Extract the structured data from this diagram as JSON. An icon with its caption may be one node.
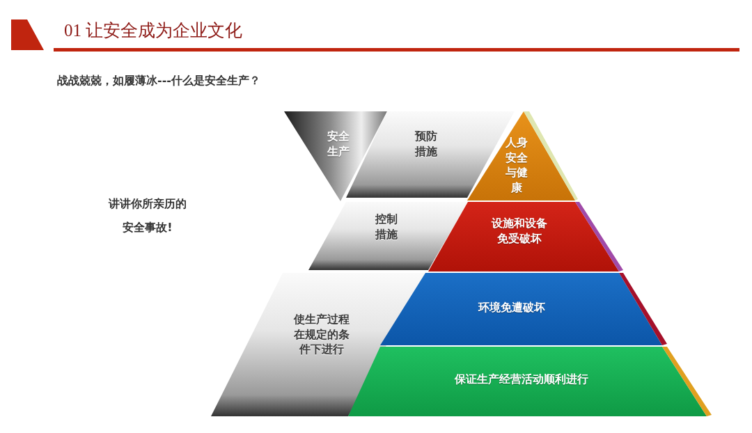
{
  "diagram": {
    "title": "01  让安全成为企业文化",
    "nodes": [
      {
        "text": [
          "安全生产"
        ]
      },
      {
        "text": [
          "预防措施"
        ]
      },
      {
        "text": [
          "人身安全与健康"
        ]
      },
      {
        "text": [
          "控制措施"
        ]
      },
      {
        "text": [
          "设施和设备免受破坏"
        ]
      },
      {
        "text": [
          "使生产过程在规定的条件下进行"
        ]
      },
      {
        "text": [
          "环境免遭破坏"
        ]
      },
      {
        "text": [
          "保证生产经营活动顺利进行"
        ]
      }
    ],
    "labels": [
      "战战兢兢，如履薄冰---什么是安全生产？",
      "讲讲你所亲历的安全事故!"
    ]
  }
}
